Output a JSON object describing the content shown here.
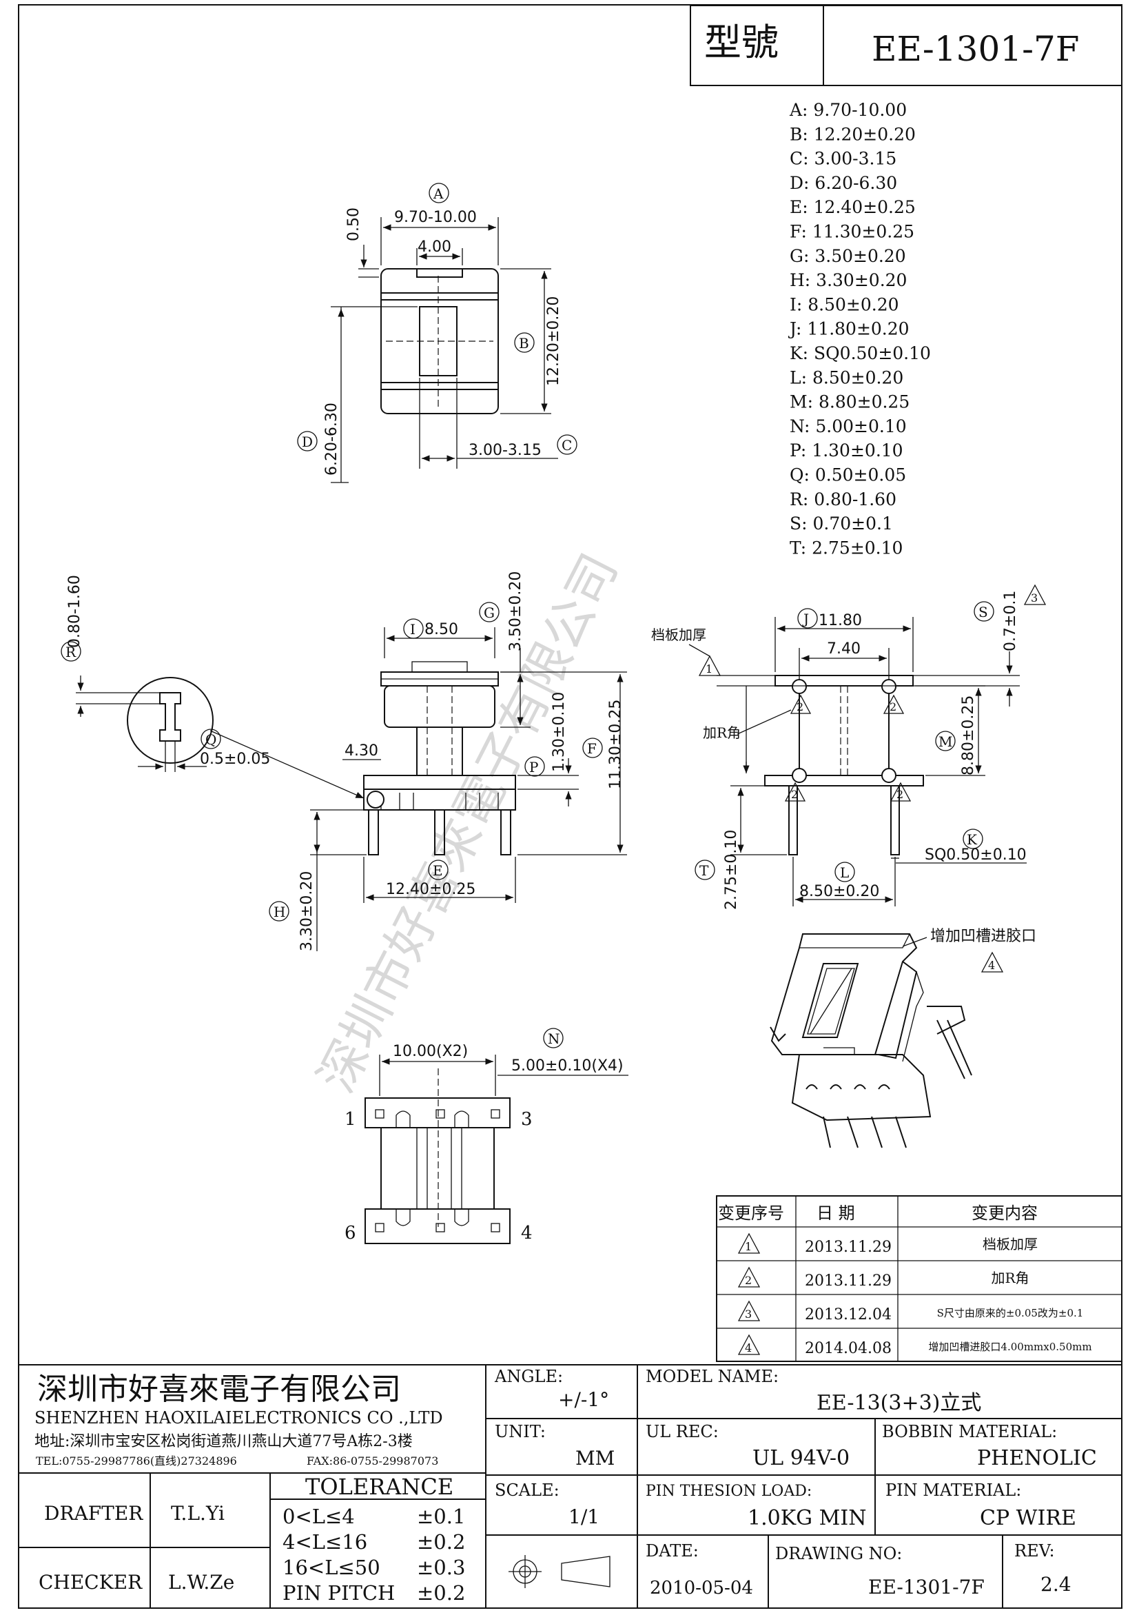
{
  "header": {
    "model_label": "型號",
    "model_value": "EE-1301-7F"
  },
  "spec_list": [
    "A: 9.70-10.00",
    "B: 12.20±0.20",
    "C: 3.00-3.15",
    "D: 6.20-6.30",
    "E: 12.40±0.25",
    "F: 11.30±0.25",
    "G: 3.50±0.20",
    "H: 3.30±0.20",
    "I: 8.50±0.20",
    "J: 11.80±0.20",
    "K: SQ0.50±0.10",
    "L: 8.50±0.20",
    "M: 8.80±0.25",
    "N: 5.00±0.10",
    "P: 1.30±0.10",
    "Q: 0.50±0.05",
    "R: 0.80-1.60",
    "S: 0.70±0.1",
    "T: 2.75±0.10"
  ],
  "watermark": "深圳市好喜來電子有限公司",
  "top_view": {
    "circle_a": "A",
    "dim_a": "9.70-10.00",
    "dim_inner": "4.00",
    "dim_050": "0.50",
    "circle_b": "B",
    "dim_b": "12.20±0.20",
    "circle_c": "C",
    "dim_c": "3.00-3.15",
    "circle_d": "D",
    "dim_d": "6.20-6.30"
  },
  "front_view": {
    "circle_i": "I",
    "dim_i": "8.50",
    "circle_g": "G",
    "dim_g": "3.50±0.20",
    "circle_r": "R",
    "dim_r": "0.80-1.60",
    "circle_q": "Q",
    "dim_q": "0.5±0.05",
    "dim_430": "4.30",
    "circle_p": "P",
    "dim_p": "1.30±0.10",
    "circle_f": "F",
    "dim_f": "11.30±0.25",
    "circle_e": "E",
    "dim_e": "12.40±0.25",
    "circle_h": "H",
    "dim_h": "3.30±0.20"
  },
  "side_view": {
    "circle_j": "J",
    "dim_j": "11.80",
    "dim_740": "7.40",
    "circle_s": "S",
    "dim_s": "0.7±0.1",
    "note_1": "档板加厚",
    "note_2": "加R角",
    "circle_m": "M",
    "dim_m": "8.80±0.25",
    "circle_t": "T",
    "dim_t": "2.75±0.10",
    "circle_l": "L",
    "dim_l": "8.50±0.20",
    "circle_k": "K",
    "dim_k": "SQ0.50±0.10",
    "rev_marks": [
      "1",
      "2",
      "3",
      "4"
    ]
  },
  "iso_view": {
    "note": "增加凹槽进胶口"
  },
  "bottom_view": {
    "dim_pitch2": "10.00(X2)",
    "circle_n": "N",
    "dim_pitch": "5.00±0.10(X4)",
    "pins": [
      "1",
      "3",
      "6",
      "4"
    ]
  },
  "revision_table": {
    "headers": [
      "变更序号",
      "日  期",
      "变更内容"
    ],
    "rows": [
      {
        "mark": "1",
        "date": "2013.11.29",
        "content": "档板加厚"
      },
      {
        "mark": "2",
        "date": "2013.11.29",
        "content": "加R角"
      },
      {
        "mark": "3",
        "date": "2013.12.04",
        "content": "S尺寸由原来的±0.05改为±0.1"
      },
      {
        "mark": "4",
        "date": "2014.04.08",
        "content": "增加凹槽进胶口4.00mmx0.50mm"
      }
    ]
  },
  "title_block": {
    "company_cn": "深圳市好喜來電子有限公司",
    "company_en": "SHENZHEN HAOXILAIELECTRONICS CO .,LTD",
    "address": "地址:深圳市宝安区松岗街道燕川燕山大道77号A栋2-3楼",
    "tel": "TEL:0755-29987786(直线)27324896",
    "fax": "FAX:86-0755-29987073",
    "drafter_label": "DRAFTER",
    "drafter": "T.L.Yi",
    "checker_label": "CHECKER",
    "checker": "L.W.Ze",
    "tolerance_label": "TOLERANCE",
    "tolerances": [
      {
        "range": "0<L≤4",
        "value": "±0.1"
      },
      {
        "range": "4<L≤16",
        "value": "±0.2"
      },
      {
        "range": "16<L≤50",
        "value": "±0.3"
      },
      {
        "range": "PIN PITCH",
        "value": "±0.2"
      }
    ],
    "angle_label": "ANGLE:",
    "angle": "+/-1°",
    "unit_label": "UNIT:",
    "unit": "MM",
    "scale_label": "SCALE:",
    "scale": "1/1",
    "model_name_label": "MODEL NAME:",
    "model_name": "EE-13(3+3)立式",
    "ul_label": "UL REC:",
    "ul": "UL 94V-0",
    "bobbin_label": "BOBBIN MATERIAL:",
    "bobbin": "PHENOLIC",
    "pin_load_label": "PIN THESION LOAD:",
    "pin_load": "1.0KG MIN",
    "pin_mat_label": "PIN MATERIAL:",
    "pin_mat": "CP   WIRE",
    "date_label": "DATE:",
    "date": "2010-05-04",
    "drawing_no_label": "DRAWING NO:",
    "drawing_no": "EE-1301-7F",
    "rev_label": "REV:",
    "rev": "2.4"
  }
}
